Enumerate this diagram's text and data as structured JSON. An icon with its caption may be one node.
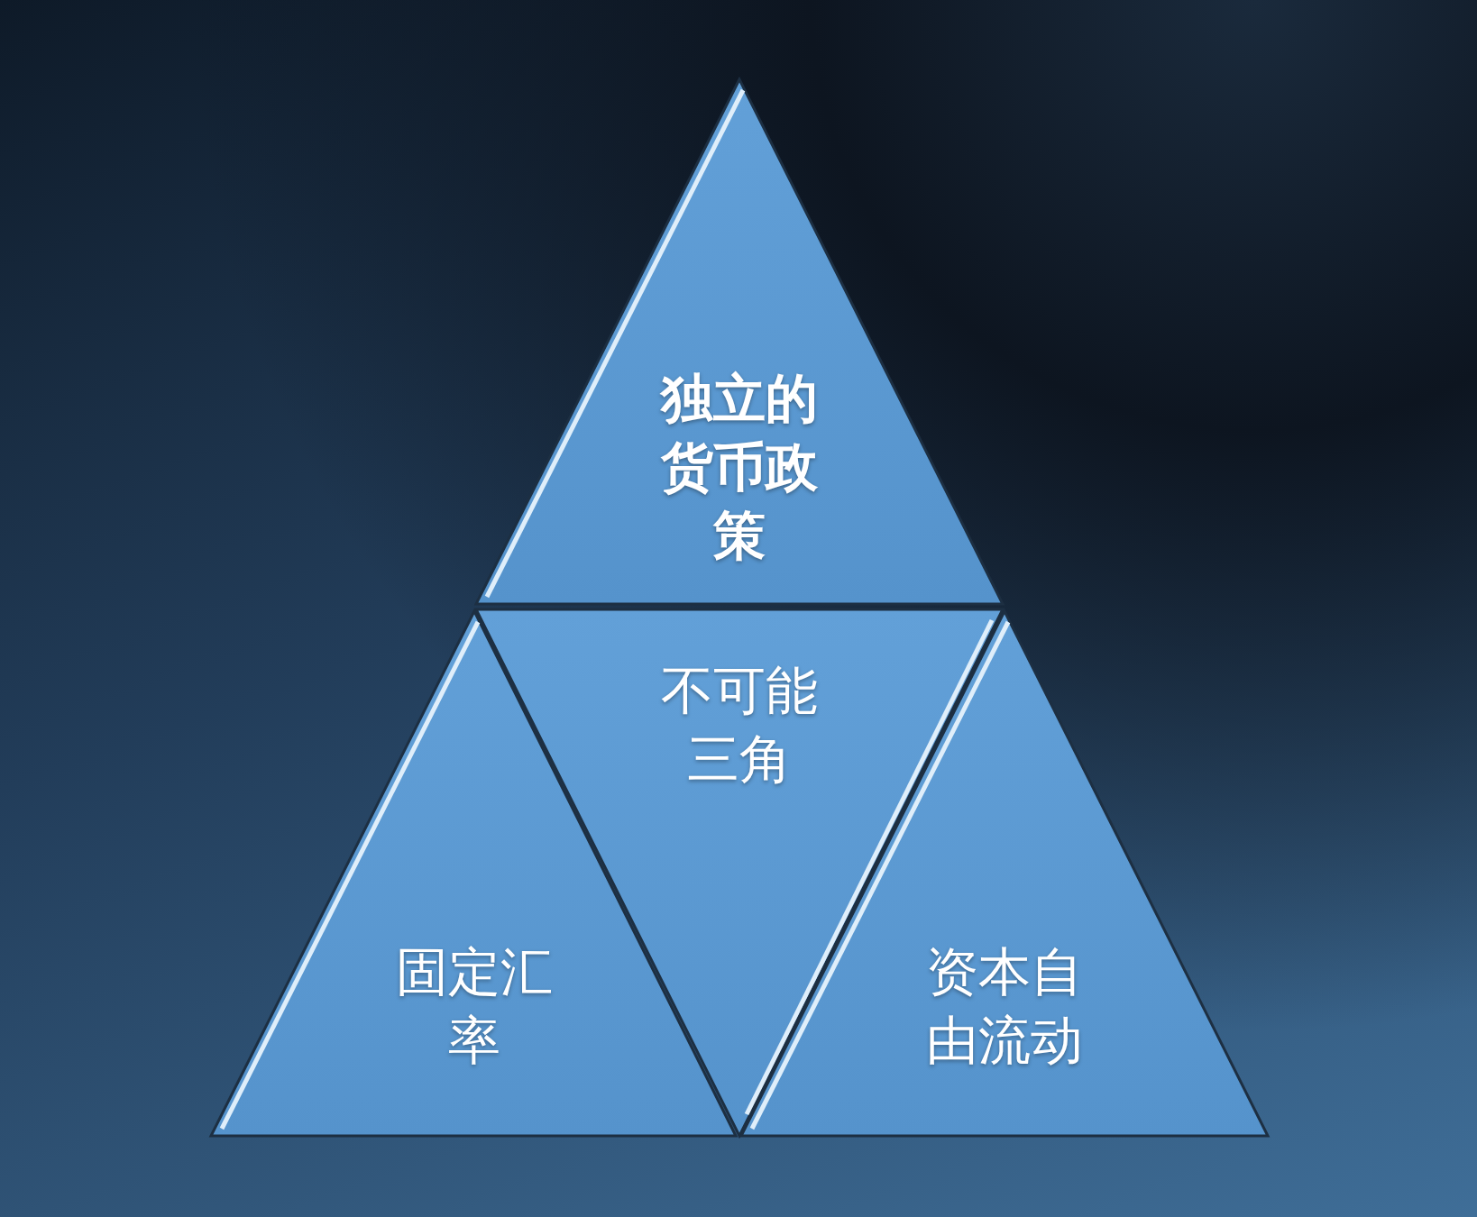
{
  "diagram": {
    "nodes": [
      {
        "text": [
          "独立的货币政策"
        ]
      },
      {
        "text": [
          "不可能三角"
        ]
      },
      {
        "text": [
          "固定汇率"
        ]
      },
      {
        "text": [
          "资本自由流动"
        ]
      }
    ]
  }
}
